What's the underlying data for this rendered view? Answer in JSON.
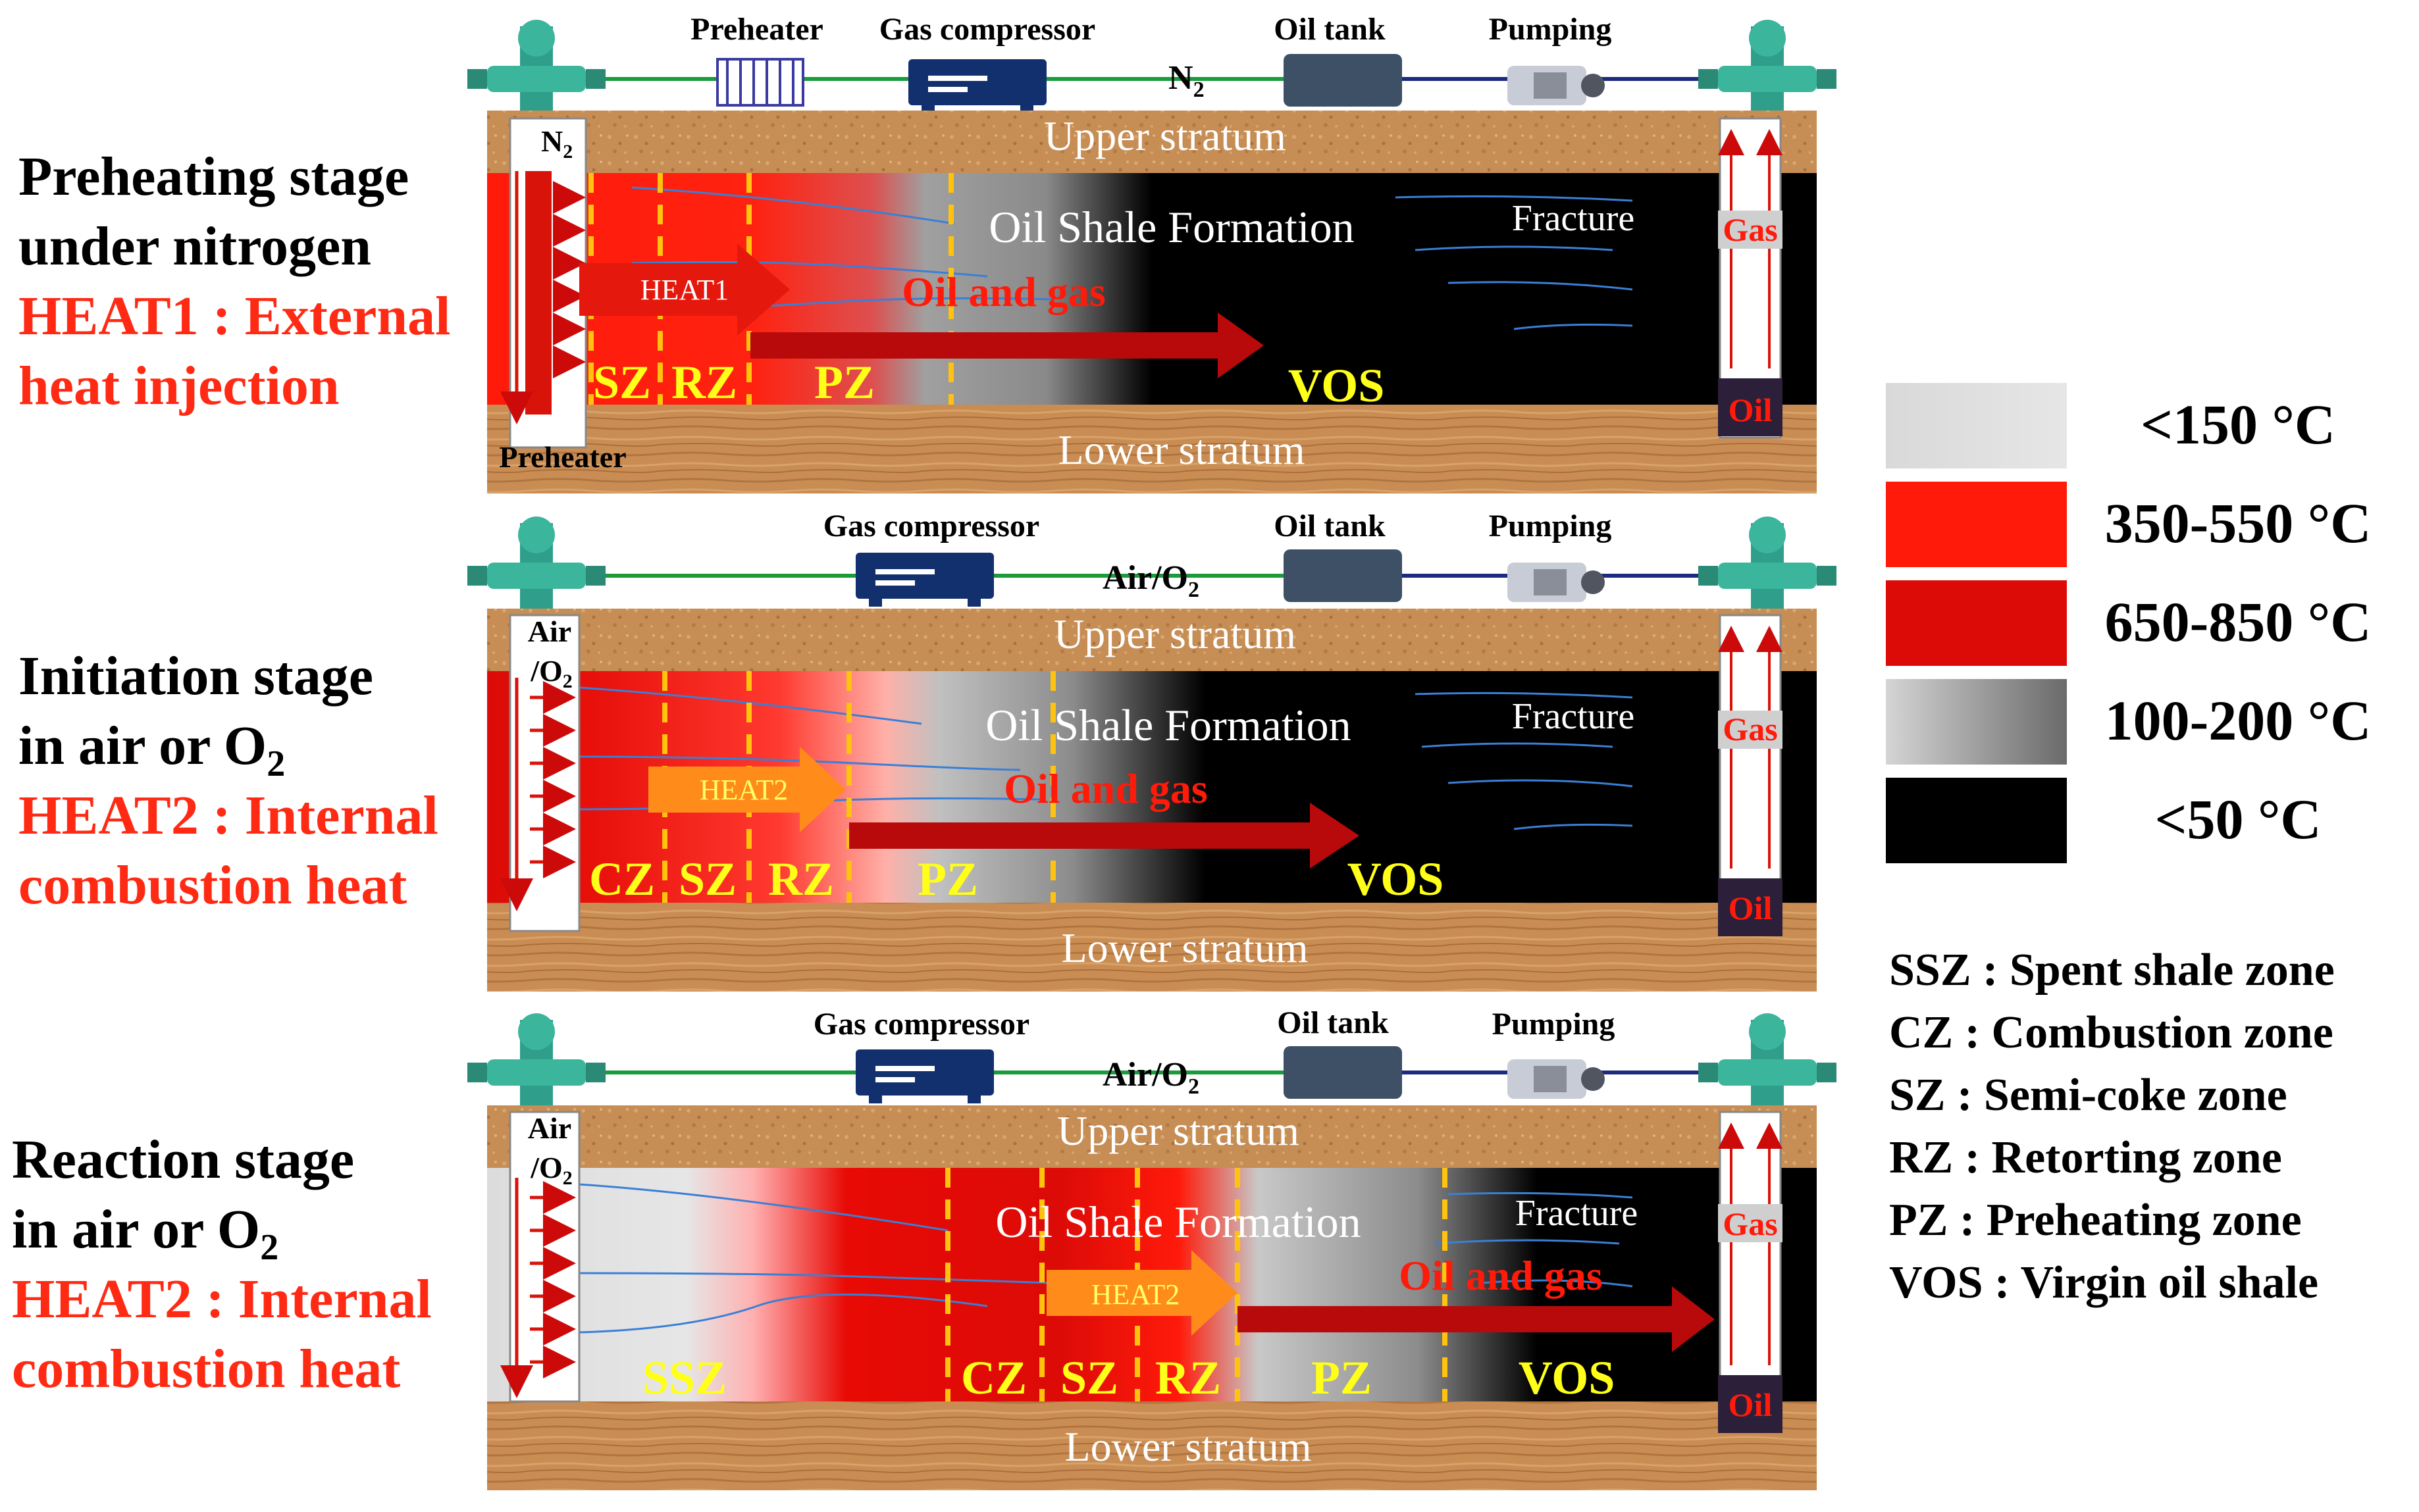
{
  "stages": [
    {
      "title_line1": "Preheating stage",
      "title_line2": "under nitrogen",
      "heat_line1": "HEAT1 : External",
      "heat_line2": "heat injection",
      "inlet_label": "N2",
      "bottom_label": "Preheater",
      "equipment": [
        "Preheater",
        "Gas compressor",
        "Oil tank",
        "Pumping"
      ],
      "gas_label": "N2",
      "arrow_label": "HEAT1",
      "zones": [
        "SZ",
        "RZ",
        "PZ",
        "VOS"
      ]
    },
    {
      "title_line1": "Initiation stage",
      "title_line2": "in air or O2",
      "heat_line1": "HEAT2 : Internal",
      "heat_line2": "combustion heat",
      "inlet_label_1": "Air",
      "inlet_label_2": "/O2",
      "equipment": [
        "Gas compressor",
        "Oil tank",
        "Pumping"
      ],
      "gas_label": "Air/O2",
      "arrow_label": "HEAT2",
      "zones": [
        "CZ",
        "SZ",
        "RZ",
        "PZ",
        "VOS"
      ]
    },
    {
      "title_line1": "Reaction stage",
      "title_line2": "in air or O2",
      "heat_line1": "HEAT2 : Internal",
      "heat_line2": "combustion heat",
      "inlet_label_1": "Air",
      "inlet_label_2": "/O2",
      "equipment": [
        "Gas compressor",
        "Oil tank",
        "Pumping"
      ],
      "gas_label": "Air/O2",
      "arrow_label": "HEAT2",
      "zones": [
        "SSZ",
        "CZ",
        "SZ",
        "RZ",
        "PZ",
        "VOS"
      ]
    }
  ],
  "strata": {
    "upper": "Upper stratum",
    "lower": "Lower stratum",
    "formation": "Oil Shale Formation",
    "fracture": "Fracture",
    "oil_gas": "Oil and gas",
    "well_gas": "Gas",
    "well_oil": "Oil"
  },
  "legend": [
    {
      "label": "<150 °C",
      "color": "#dcdcdc"
    },
    {
      "label": "350-550 °C",
      "color": "#ff1a0a"
    },
    {
      "label": "650-850 °C",
      "color": "#dc0b07"
    },
    {
      "label": "100-200 °C",
      "color": "#8c8c8c"
    },
    {
      "label": "<50 °C",
      "color": "#000000"
    }
  ],
  "abbreviations": [
    "SSZ : Spent shale zone",
    "CZ : Combustion zone",
    "SZ : Semi-coke zone",
    "RZ : Retorting zone",
    "PZ : Preheating zone",
    "VOS : Virgin oil shale"
  ],
  "colors": {
    "zone_label": "#ffff1a",
    "heat_text": "#ff2a14",
    "stratum": "#c9955a",
    "formation": "#000000",
    "arrow": "#c00c0c"
  }
}
